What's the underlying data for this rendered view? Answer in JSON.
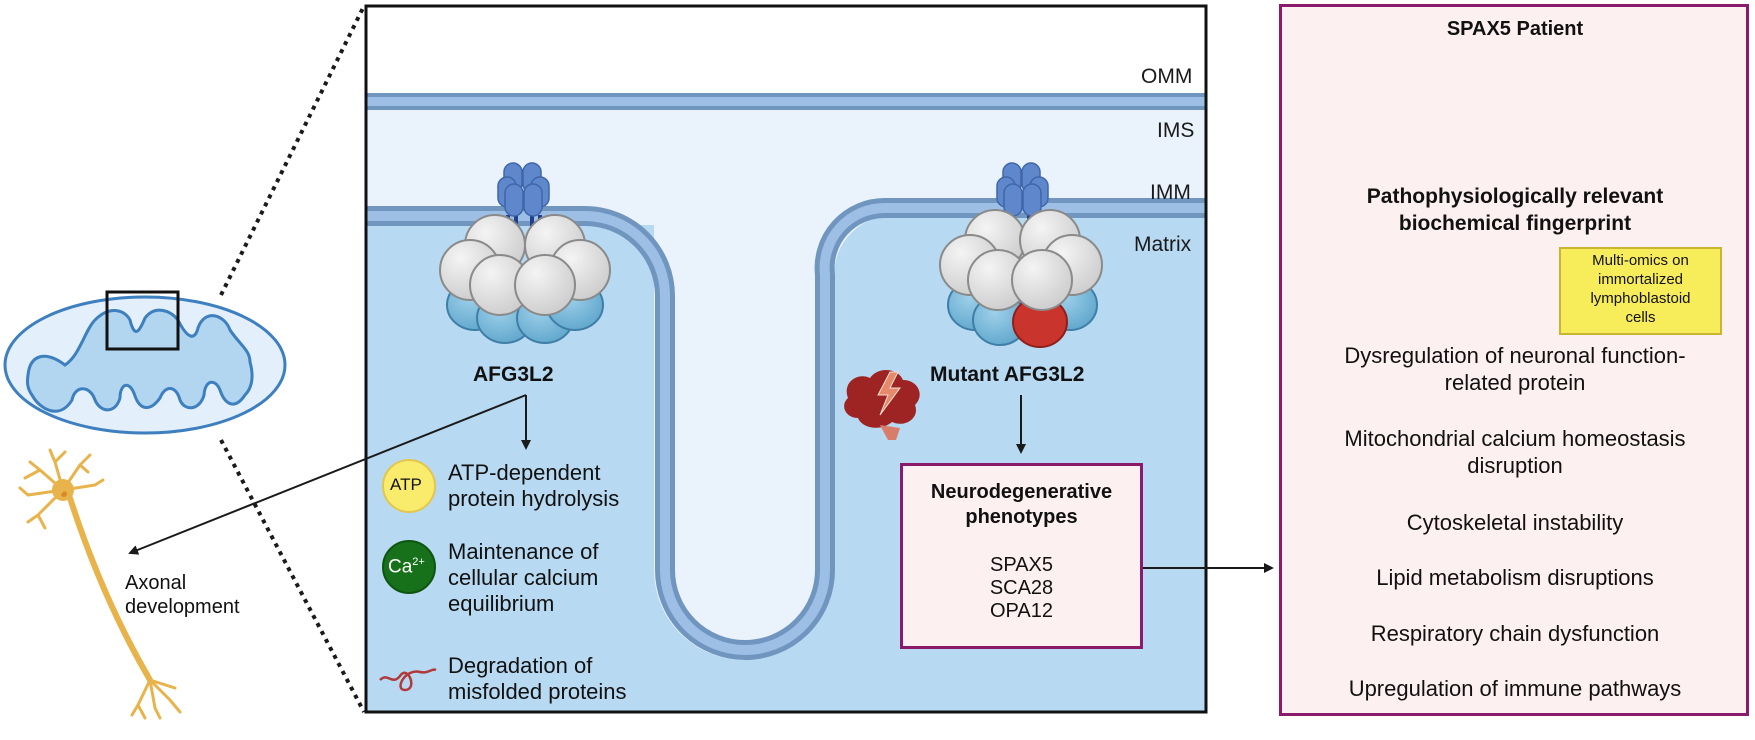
{
  "figure": {
    "overview": {
      "axonal_label_line1": "Axonal",
      "axonal_label_line2": "development"
    },
    "membrane_labels": {
      "omm": "OMM",
      "ims": "IMS",
      "imm": "IMM",
      "matrix": "Matrix"
    },
    "wildtype": {
      "protein_label": "AFG3L2",
      "functions": [
        {
          "icon": "atp-icon",
          "icon_text": "ATP",
          "line1": "ATP-dependent",
          "line2": "protein hydrolysis",
          "line3": ""
        },
        {
          "icon": "calcium-icon",
          "icon_text": "Ca",
          "icon_sup": "2+",
          "line1": "Maintenance of",
          "line2": "cellular calcium",
          "line3": "equilibrium"
        },
        {
          "icon": "misfolded-protein-icon",
          "icon_text": "",
          "line1": "Degradation of",
          "line2": "misfolded proteins",
          "line3": ""
        }
      ]
    },
    "mutant": {
      "protein_label": "Mutant AFG3L2",
      "phenotypes_title_line1": "Neurodegenerative",
      "phenotypes_title_line2": "phenotypes",
      "diseases": [
        "SPAX5",
        "SCA28",
        "OPA12"
      ]
    },
    "patient": {
      "title": "SPAX5 Patient",
      "fingerprint_line1": "Pathophysiologically relevant",
      "fingerprint_line2": "biochemical fingerprint",
      "method_lines": [
        "Multi-omics on",
        "immortalized",
        "lymphoblastoid",
        "cells"
      ],
      "findings": [
        {
          "line1": "Dysregulation of neuronal function-",
          "line2": "related protein"
        },
        {
          "line1": "Mitochondrial calcium homeostasis",
          "line2": "disruption"
        },
        {
          "line1": "Cytoskeletal instability",
          "line2": ""
        },
        {
          "line1": "Lipid metabolism disruptions",
          "line2": ""
        },
        {
          "line1": "Respiratory chain dysfunction",
          "line2": ""
        },
        {
          "line1": "Upregulation of immune pathways",
          "line2": ""
        }
      ]
    },
    "colors": {
      "ims": "#eaf3fc",
      "matrix": "#b8d9f2",
      "membrane_fill": "#9dbfe6",
      "membrane_edge": "#7096c0",
      "box_border": "#8b1a6b",
      "box_fill": "#fcf0f1",
      "patient_red": "#a32020",
      "atp_yellow": "#f9ec6c",
      "calcium_green": "#17701a",
      "neuron": "#e8b34a",
      "note_yellow": "#f7ec5a"
    }
  }
}
